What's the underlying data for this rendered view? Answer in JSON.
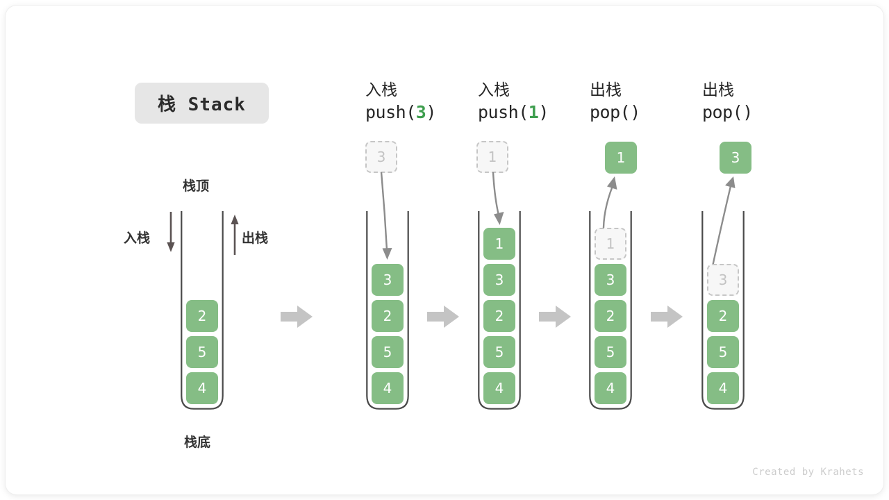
{
  "diagram": {
    "title_badge": "栈 Stack",
    "footer": "Created by Krahets",
    "colors": {
      "element": "#85bd85",
      "ghost_fill": "#f7f7f7",
      "ghost_border": "#c6c6c6",
      "ghost_text": "#c3c3c3",
      "accent_green": "#3e9e4e",
      "arrow_gray": "#8c8c8c",
      "dir_arrow": "#5b5353",
      "wall": "#4a4a4a",
      "badge_bg": "#e6e6e6",
      "flow_arrow": "#c4c4c4"
    },
    "labels": {
      "top": "栈顶",
      "bottom": "栈底",
      "push": "入栈",
      "pop": "出栈"
    },
    "columns": [
      {
        "id": "initial",
        "header_cn": "",
        "header_code_prefix": "",
        "header_code_arg": "",
        "header_code_suffix": "",
        "floating": null,
        "cells": [
          "2",
          "5",
          "4"
        ],
        "ghost_index": -1
      },
      {
        "id": "push-3",
        "header_cn": "入栈",
        "header_code_prefix": "push(",
        "header_code_arg": "3",
        "header_code_suffix": ")",
        "floating": {
          "value": "3",
          "style": "ghost"
        },
        "cells": [
          "3",
          "2",
          "5",
          "4"
        ],
        "ghost_index": -1,
        "motion": "down"
      },
      {
        "id": "push-1",
        "header_cn": "入栈",
        "header_code_prefix": "push(",
        "header_code_arg": "1",
        "header_code_suffix": ")",
        "floating": {
          "value": "1",
          "style": "ghost"
        },
        "cells": [
          "1",
          "3",
          "2",
          "5",
          "4"
        ],
        "ghost_index": -1,
        "motion": "down"
      },
      {
        "id": "pop-1",
        "header_cn": "出栈",
        "header_code_prefix": "pop(",
        "header_code_arg": "",
        "header_code_suffix": ")",
        "floating": {
          "value": "1",
          "style": "solid"
        },
        "cells": [
          "1",
          "3",
          "2",
          "5",
          "4"
        ],
        "ghost_index": 0,
        "motion": "up"
      },
      {
        "id": "pop-3",
        "header_cn": "出栈",
        "header_code_prefix": "pop(",
        "header_code_arg": "",
        "header_code_suffix": ")",
        "floating": {
          "value": "3",
          "style": "solid"
        },
        "cells": [
          "3",
          "2",
          "5",
          "4"
        ],
        "ghost_index": 0,
        "motion": "up"
      }
    ]
  }
}
